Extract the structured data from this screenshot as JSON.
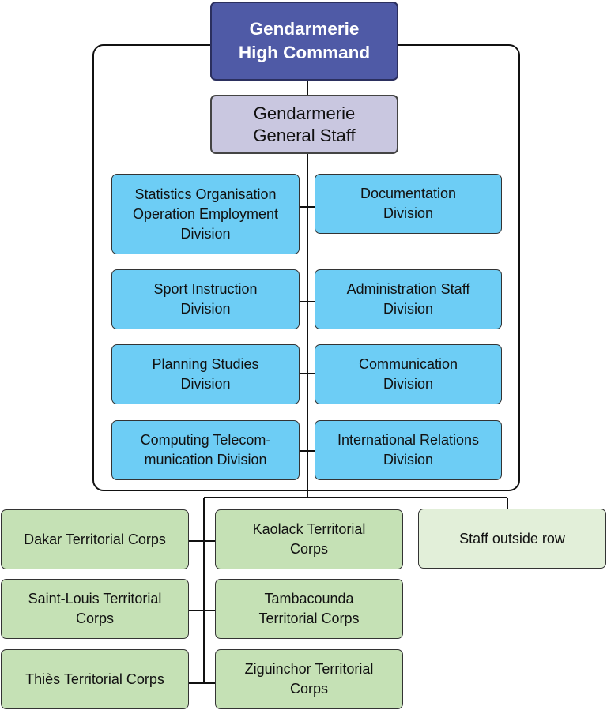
{
  "chart_data": {
    "type": "org-chart",
    "root": "Gendarmerie\nHigh Command",
    "general_staff": "Gendarmerie\nGeneral Staff",
    "divisions": [
      [
        "Statistics Organisation\nOperation Employment\nDivision",
        "Documentation\nDivision"
      ],
      [
        "Sport Instruction\nDivision",
        "Administration Staff\nDivision"
      ],
      [
        "Planning Studies\nDivision",
        "Communication\nDivision"
      ],
      [
        "Computing Telecom-\nmunication Division",
        "International Relations\nDivision"
      ]
    ],
    "territorial_corps": [
      [
        "Dakar Territorial Corps",
        "Kaolack Territorial\nCorps"
      ],
      [
        "Saint-Louis Territorial\nCorps",
        "Tambacounda\nTerritorial Corps"
      ],
      [
        "Thiès Territorial Corps",
        "Ziguinchor Territorial\nCorps"
      ]
    ],
    "staff_outside": "Staff outside row"
  }
}
